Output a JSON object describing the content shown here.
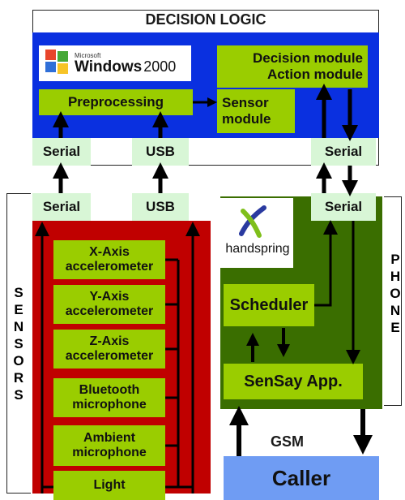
{
  "decision_logic": {
    "title": "DECISION LOGIC"
  },
  "windows_logo": {
    "brand": "Microsoft",
    "text": "Windows",
    "version": "2000"
  },
  "blue_box": {
    "preprocessing": "Preprocessing",
    "decision_module": "Decision module",
    "action_module": "Action module",
    "sensor_module_line1": "Sensor",
    "sensor_module_line2": "module"
  },
  "ports_pc": {
    "serial_left": "Serial",
    "usb": "USB",
    "serial_right": "Serial"
  },
  "ports_lower": {
    "serial_left": "Serial",
    "usb": "USB",
    "serial_right": "Serial"
  },
  "sensors": {
    "side_label": [
      "S",
      "E",
      "N",
      "S",
      "O",
      "R",
      "S"
    ],
    "items": [
      {
        "line1": "X-Axis",
        "line2": "accelerometer"
      },
      {
        "line1": "Y-Axis",
        "line2": "accelerometer"
      },
      {
        "line1": "Z-Axis",
        "line2": "accelerometer"
      },
      {
        "line1": "Bluetooth",
        "line2": "microphone"
      },
      {
        "line1": "Ambient",
        "line2": "microphone"
      },
      {
        "line1": "Light",
        "line2": ""
      }
    ]
  },
  "phone": {
    "side_label": [
      "P",
      "H",
      "O",
      "N",
      "E"
    ],
    "logo_text": "handspring",
    "scheduler": "Scheduler",
    "app": "SenSay App."
  },
  "gsm_label": "GSM",
  "caller": "Caller",
  "colors": {
    "blue": "#0a30e0",
    "red": "#c00000",
    "dark_green": "#3a6e00",
    "green": "#9acd00",
    "mint": "#d8f6d6",
    "caller_blue": "#6f9cf3"
  }
}
